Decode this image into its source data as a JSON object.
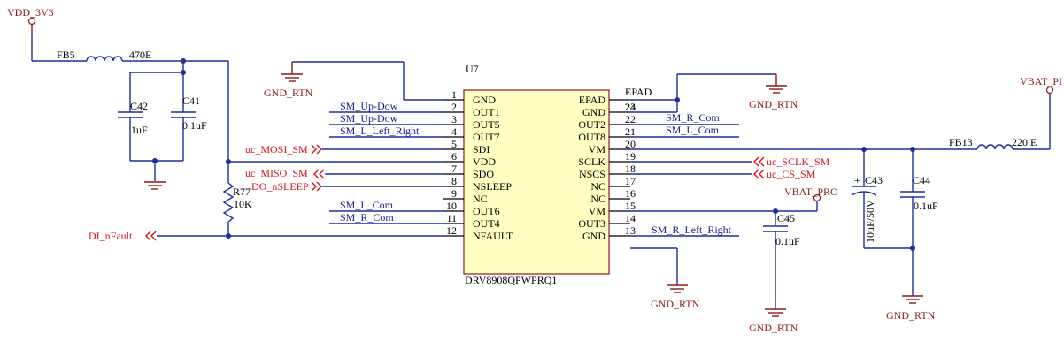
{
  "power": {
    "vdd": "VDD_3V3",
    "vbat_pi": "VBAT_PI",
    "vbat_pro": "VBAT_PRO",
    "gnd": "GND_RTN"
  },
  "components": {
    "fb5": {
      "ref": "FB5",
      "value": "470E"
    },
    "fb13": {
      "ref": "FB13",
      "value": "220 E"
    },
    "c42": {
      "ref": "C42",
      "value": "1uF"
    },
    "c41": {
      "ref": "C41",
      "value": "0.1uF"
    },
    "c43": {
      "ref": "C43",
      "value": "10uF/50V",
      "pol": "+"
    },
    "c44": {
      "ref": "C44",
      "value": "0.1uF"
    },
    "c45": {
      "ref": "C45",
      "value": "0.1uF"
    },
    "r77": {
      "ref": "R77",
      "value": "10K"
    }
  },
  "ic": {
    "ref": "U7",
    "part": "DRV8908QPWPRQ1",
    "left_pins": [
      {
        "num": "1",
        "name": "GND"
      },
      {
        "num": "2",
        "name": "OUT1"
      },
      {
        "num": "3",
        "name": "OUT5"
      },
      {
        "num": "4",
        "name": "OUT7"
      },
      {
        "num": "5",
        "name": "SDI"
      },
      {
        "num": "6",
        "name": "VDD"
      },
      {
        "num": "7",
        "name": "SDO"
      },
      {
        "num": "8",
        "name": "NSLEEP"
      },
      {
        "num": "9",
        "name": "NC"
      },
      {
        "num": "10",
        "name": "OUT6"
      },
      {
        "num": "11",
        "name": "OUT4"
      },
      {
        "num": "12",
        "name": "NFAULT"
      }
    ],
    "right_pins": [
      {
        "num": "24",
        "name": "EPAD",
        "ext": "EPAD"
      },
      {
        "num": "23",
        "name": "GND"
      },
      {
        "num": "22",
        "name": "OUT2"
      },
      {
        "num": "21",
        "name": "OUT8"
      },
      {
        "num": "20",
        "name": "VM"
      },
      {
        "num": "19",
        "name": "SCLK"
      },
      {
        "num": "18",
        "name": "NSCS"
      },
      {
        "num": "17",
        "name": "NC"
      },
      {
        "num": "16",
        "name": "NC"
      },
      {
        "num": "15",
        "name": "VM"
      },
      {
        "num": "14",
        "name": "OUT3"
      },
      {
        "num": "13",
        "name": "GND"
      }
    ]
  },
  "nets": {
    "sm_up_dow_1": "SM_Up-Dow",
    "sm_up_dow_2": "SM_Up-Dow",
    "sm_l_left_right": "SM_L_Left_Right",
    "uc_mosi": "uc_MOSI_SM",
    "uc_miso": "uc_MISO_SM",
    "do_nsleep": "DO_nSLEEP",
    "sm_l_com_left": "SM_L_Com",
    "sm_r_com_left": "SM_R_Com",
    "di_nfault": "DI_nFault",
    "sm_r_com_right": "SM_R_Com",
    "sm_l_com_right": "SM_L_Com",
    "uc_sclk": "uc_SCLK_SM",
    "uc_cs": "uc_CS_SM",
    "sm_r_left_right": "SM_R_Left_Right"
  }
}
